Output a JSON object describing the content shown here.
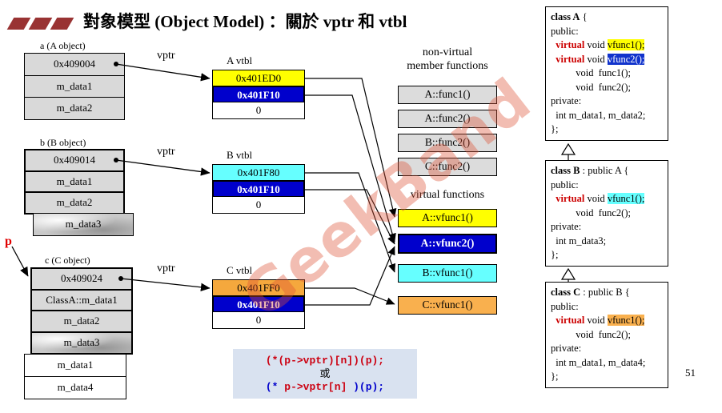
{
  "slide": {
    "title": "對象模型 (Object Model) ：關於 vptr 和 vtbl",
    "page_number": "51",
    "watermark": "GeekBand"
  },
  "memory": {
    "a": {
      "label": "a (A object)",
      "vptr_label": "vptr",
      "cells": [
        "0x409004",
        "m_data1",
        "m_data2"
      ]
    },
    "b": {
      "label": "b (B object)",
      "vptr_label": "vptr",
      "cells": [
        "0x409014",
        "m_data1",
        "m_data2"
      ],
      "extra": [
        "m_data3"
      ]
    },
    "c": {
      "label": "c (C object)",
      "pointer_label": "p",
      "vptr_label": "vptr",
      "cells": [
        "0x409024",
        "ClassA::m_data1",
        "m_data2",
        "m_data3"
      ],
      "extra": [
        "m_data1",
        "m_data4"
      ]
    }
  },
  "vtbls": {
    "a": {
      "label": "A vtbl",
      "slots": [
        "0x401ED0",
        "0x401F10",
        "0"
      ]
    },
    "b": {
      "label": "B vtbl",
      "slots": [
        "0x401F80",
        "0x401F10",
        "0"
      ]
    },
    "c": {
      "label": "C vtbl",
      "slots": [
        "0x401FF0",
        "0x401F10",
        "0"
      ]
    }
  },
  "functions": {
    "nonvirtual_title_line1": "non-virtual",
    "nonvirtual_title_line2": "member functions",
    "nonvirtual": [
      "A::func1()",
      "A::func2()",
      "B::func2()",
      "C::func2()"
    ],
    "virtual_title": "virtual functions",
    "virtual": [
      {
        "text": "A::vfunc1()",
        "color": "#ffff00"
      },
      {
        "text": "A::vfunc2()",
        "color": "#0000cc"
      },
      {
        "text": "B::vfunc1()",
        "color": "#66ffff"
      },
      {
        "text": "C::vfunc1()",
        "color": "#f9b04e"
      }
    ]
  },
  "code": {
    "line1": "(*(p->vptr)[n])(p);",
    "connector": "或",
    "line2": [
      {
        "t": "(* ",
        "c": "blue"
      },
      {
        "t": "p->vptr[n]",
        "c": "red"
      },
      {
        "t": " )(p);",
        "c": "blue"
      }
    ]
  },
  "classes": [
    {
      "name": "class A",
      "lines": [
        [
          {
            "t": "class A",
            "cls": "b"
          },
          {
            "t": " {"
          }
        ],
        [
          {
            "t": "public:"
          }
        ],
        [
          {
            "t": "  "
          },
          {
            "t": "virtual",
            "cls": "kw"
          },
          {
            "t": " void "
          },
          {
            "t": "vfunc1();",
            "cls": "hly"
          }
        ],
        [
          {
            "t": "  "
          },
          {
            "t": "virtual",
            "cls": "kw"
          },
          {
            "t": " void "
          },
          {
            "t": "vfunc2();",
            "cls": "hlb"
          }
        ],
        [
          {
            "t": "          void  func1();"
          }
        ],
        [
          {
            "t": "          void  func2();"
          }
        ],
        [
          {
            "t": "private:"
          }
        ],
        [
          {
            "t": "  int m_data1, m_data2;"
          }
        ],
        [
          {
            "t": "};"
          }
        ]
      ]
    },
    {
      "name": "class B",
      "lines": [
        [
          {
            "t": "class B",
            "cls": "b"
          },
          {
            "t": " : public A {"
          }
        ],
        [
          {
            "t": "public:"
          }
        ],
        [
          {
            "t": "  "
          },
          {
            "t": "virtual",
            "cls": "kw"
          },
          {
            "t": " void "
          },
          {
            "t": "vfunc1();",
            "cls": "hlc"
          }
        ],
        [
          {
            "t": "          void  func2();"
          }
        ],
        [
          {
            "t": "private:"
          }
        ],
        [
          {
            "t": "  int m_data3;"
          }
        ],
        [
          {
            "t": "};"
          }
        ]
      ]
    },
    {
      "name": "class C",
      "lines": [
        [
          {
            "t": "class C",
            "cls": "b"
          },
          {
            "t": " : public B {"
          }
        ],
        [
          {
            "t": "public:"
          }
        ],
        [
          {
            "t": "  "
          },
          {
            "t": "virtual",
            "cls": "kw"
          },
          {
            "t": " void "
          },
          {
            "t": "vfunc1();",
            "cls": "hlo"
          }
        ],
        [
          {
            "t": "          void  func2();"
          }
        ],
        [
          {
            "t": "private:"
          }
        ],
        [
          {
            "t": "  int m_data1, m_data4;"
          }
        ],
        [
          {
            "t": "};"
          }
        ]
      ]
    }
  ]
}
